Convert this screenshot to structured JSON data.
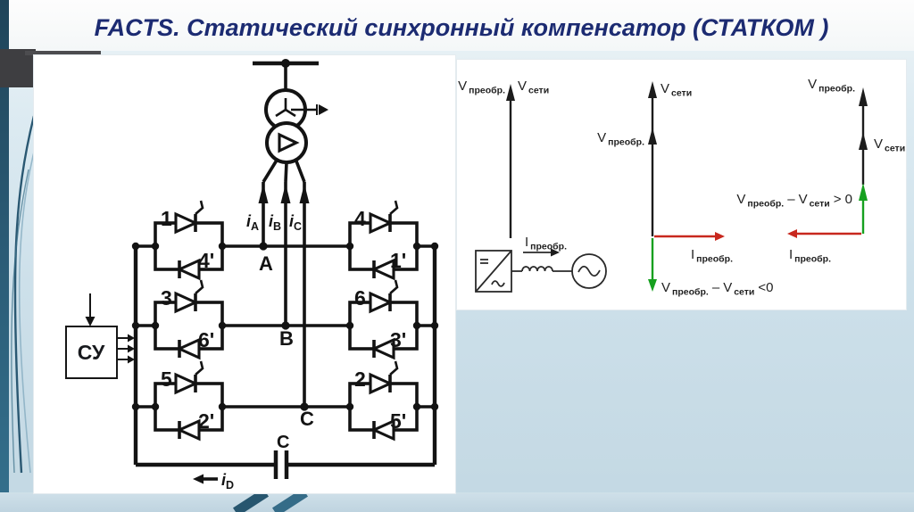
{
  "title": "FACTS. Статический синхронный компенсатор (СТАТКОМ )",
  "colors": {
    "title_navy": "#1c2b72",
    "ink": "#131313",
    "current_red": "#c8281e",
    "diff_green": "#16a01f",
    "stripe_teal": "#2a5a74"
  },
  "circuit": {
    "control_box_label": "СУ",
    "capacitor_label": "C",
    "node_labels": {
      "a": "A",
      "b": "B",
      "c": "C"
    },
    "currents": {
      "ia": {
        "base": "i",
        "sub": "A"
      },
      "ib": {
        "base": "i",
        "sub": "B"
      },
      "ic": {
        "base": "i",
        "sub": "C"
      },
      "id": {
        "base": "i",
        "sub": "D"
      }
    },
    "valves": {
      "l1_top": "1",
      "l1_bottom": "4'",
      "r1_top": "4",
      "r1_bottom": "1'",
      "l2_top": "3",
      "l2_bottom": "6'",
      "r2_top": "6",
      "r2_bottom": "3'",
      "l3_top": "5",
      "l3_bottom": "2'",
      "r3_top": "2",
      "r3_bottom": "5'"
    }
  },
  "phasors": {
    "v_conv": {
      "base": "V",
      "sub": "преобр."
    },
    "v_grid": {
      "base": "V",
      "sub": "сети"
    },
    "i_conv": {
      "base": "I",
      "sub": "преобр."
    },
    "diff_neg": {
      "b1": "V",
      "s1": "преобр.",
      "op": "–",
      "b2": "V",
      "s2": "сети",
      "cmp": "<0"
    },
    "diff_pos": {
      "b1": "V",
      "s1": "преобр.",
      "op": "–",
      "b2": "V",
      "s2": "сети",
      "cmp": "> 0"
    }
  }
}
